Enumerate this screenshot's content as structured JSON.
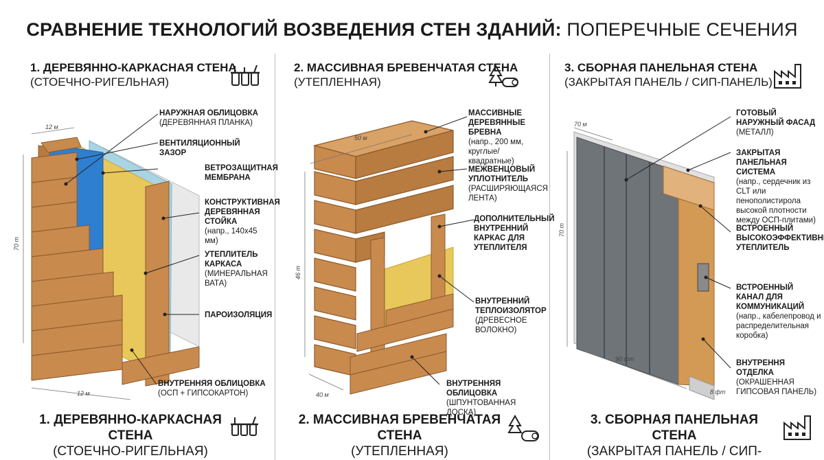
{
  "title": {
    "bold": "СРАВНЕНИЕ ТЕХНОЛОГИЙ ВОЗВЕДЕНИЯ СТЕН ЗДАНИЙ:",
    "light": " ПОПЕРЕЧНЫЕ СЕЧЕНИЯ"
  },
  "columns": [
    {
      "heading": "1. ДЕРЕВЯННО-КАРКАСНАЯ СТЕНА",
      "subheading": "(СТОЕЧНО-РИГЕЛЬНАЯ)",
      "icon": "tool-belt-icon",
      "dims": {
        "top": "12 м",
        "side": "70 т",
        "bottom": "12 м"
      },
      "labels": [
        {
          "bold": "НАРУЖНАЯ ОБЛИЦОВКА",
          "note": "(ДЕРЕВЯННАЯ ПЛАНКА)"
        },
        {
          "bold": "ВЕНТИЛЯЦИОННЫЙ ЗАЗОР",
          "note": ""
        },
        {
          "bold": "ВЕТРОЗАЩИТНАЯ МЕМБРАНА",
          "note": ""
        },
        {
          "bold": "КОНСТРУКТИВНАЯ ДЕРЕВЯННАЯ СТОЙКА",
          "note": "(напр., 140х45 мм)"
        },
        {
          "bold": "УТЕПЛИТЕЛЬ КАРКАСА",
          "note": "(МИНЕРАЛЬНАЯ ВАТА)"
        },
        {
          "bold": "ПАРОИЗОЛЯЦИЯ",
          "note": ""
        },
        {
          "bold": "ВНУТРЕННЯЯ ОБЛИЦОВКА",
          "note": "(ОСП + ГИПСОКАРТОН)"
        }
      ]
    },
    {
      "heading": "2. МАССИВНАЯ БРЕВЕНЧАТАЯ СТЕНА",
      "subheading": "(УТЕПЛЕННАЯ)",
      "icon": "tree-log-icon",
      "dims": {
        "top": "50 м",
        "side": "46 т",
        "bottom": "40 м"
      },
      "labels": [
        {
          "bold": "МАССИВНЫЕ ДЕРЕВЯННЫЕ БРЕВНА",
          "note": "(напр., 200 мм, круглые/квадратные)"
        },
        {
          "bold": "МЕЖВЕНЦОВЫЙ УПЛОТНИТЕЛЬ",
          "note": "(РАСШИРЯЮЩАЯСЯ ЛЕНТА)"
        },
        {
          "bold": "ДОПОЛНИТЕЛЬНЫЙ ВНУТРЕННИЙ КАРКАС ДЛЯ УТЕПЛИТЕЛЯ",
          "note": ""
        },
        {
          "bold": "ВНУТРЕННИЙ ТЕПЛОИЗОЛЯТОР",
          "note": "(ДРЕВЕСНОЕ ВОЛОКНО)"
        },
        {
          "bold": "ВНУТРЕННЯЯ ОБЛИЦОВКА",
          "note": "(ШПУНТОВАННАЯ ДОСКА)"
        }
      ]
    },
    {
      "heading": "3. СБОРНАЯ ПАНЕЛЬНАЯ СТЕНА",
      "subheading": "(ЗАКРЫТАЯ ПАНЕЛЬ / СИП-ПАНЕЛЬ)",
      "icon": "factory-icon",
      "dims": {
        "top": "70 м",
        "side": "70 т",
        "bottom": "90 фт",
        "depth": "8 фт"
      },
      "labels": [
        {
          "bold": "ГОТОВЫЙ НАРУЖНЫЙ ФАСАД",
          "note": "(МЕТАЛЛ)"
        },
        {
          "bold": "ЗАКРЫТАЯ ПАНЕЛЬНАЯ СИСТЕМА",
          "note": "(напр., сердечник из CLT или пенополистирола высокой плотности между ОСП-плитами)"
        },
        {
          "bold": "ВСТРОЕННЫЙ ВЫСОКОЭФФЕКТИВНЫЙ УТЕПЛИТЕЛЬ",
          "note": ""
        },
        {
          "bold": "ВСТРОЕННЫЙ КАНАЛ ДЛЯ КОММУНИКАЦИЙ",
          "note": "(напр., кабелепровод и распределительная коробка)"
        },
        {
          "bold": "ВНУТРЕННЯ ОТДЕЛКА",
          "note": "(ОКРАШЕННАЯ ГИПСОВАЯ ПАНЕЛЬ)"
        }
      ]
    }
  ],
  "footers": [
    {
      "heading": "1. ДЕРЕВЯННО-КАРКАСНАЯ СТЕНА",
      "subheading": "(СТОЕЧНО-РИГЕЛЬНАЯ)"
    },
    {
      "heading": "2. МАССИВНАЯ БРЕВЕНЧАТАЯ СТЕНА",
      "subheading": "(УТЕПЛЕННАЯ)"
    },
    {
      "heading": "3. СБОРНАЯ ПАНЕЛЬНАЯ СТЕНА",
      "subheading": "(ЗАКРЫТАЯ ПАНЕЛЬ / СИП-ПАНЕЛЬ)"
    }
  ],
  "colors": {
    "wood": "#c98a4e",
    "wood_dark": "#9c6432",
    "membrane": "#2f7fd0",
    "insulation": "#e8c85a",
    "vapor": "#a9d4e3",
    "drywall": "#e6e6e6",
    "metal": "#6f7478",
    "osb": "#d39a55"
  }
}
